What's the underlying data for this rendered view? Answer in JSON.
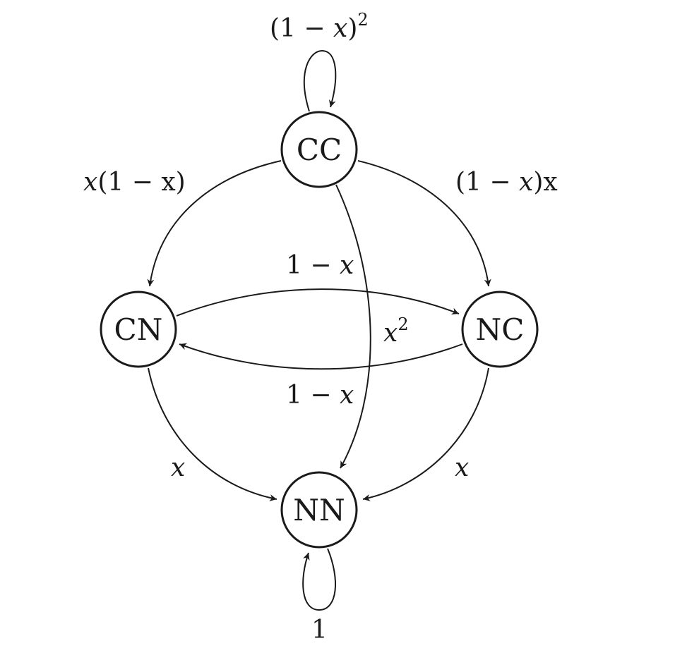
{
  "nodes": {
    "cc": "CC",
    "cn": "CN",
    "nc": "NC",
    "nn": "NN"
  },
  "edges": {
    "cc_self": {
      "pre": "(1 − ",
      "var": "x",
      "post": ")",
      "sup": "2"
    },
    "cc_cn": {
      "pre": "",
      "var": "x",
      "post": "(1 − x)"
    },
    "cc_nc": {
      "pre": "(1 − ",
      "var": "x",
      "post": ")x"
    },
    "cn_nc": {
      "pre": "1 − ",
      "var": "x",
      "post": ""
    },
    "nc_cn": {
      "pre": "1 − ",
      "var": "x",
      "post": ""
    },
    "cc_nn": {
      "pre": "",
      "var": "x",
      "post": "",
      "sup": "2"
    },
    "cn_nn": {
      "pre": "",
      "var": "x",
      "post": ""
    },
    "nc_nn": {
      "pre": "",
      "var": "x",
      "post": ""
    },
    "nn_self": {
      "pre": "1",
      "var": "",
      "post": ""
    }
  }
}
